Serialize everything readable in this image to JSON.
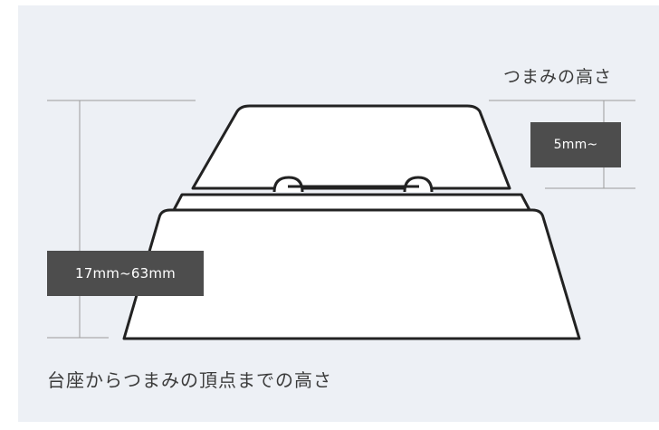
{
  "knob_height_title": "つまみの高さ",
  "knob_height_value": "5mm~",
  "total_height_value": "17mm~63mm",
  "caption": "台座からつまみの頂点までの高さ"
}
